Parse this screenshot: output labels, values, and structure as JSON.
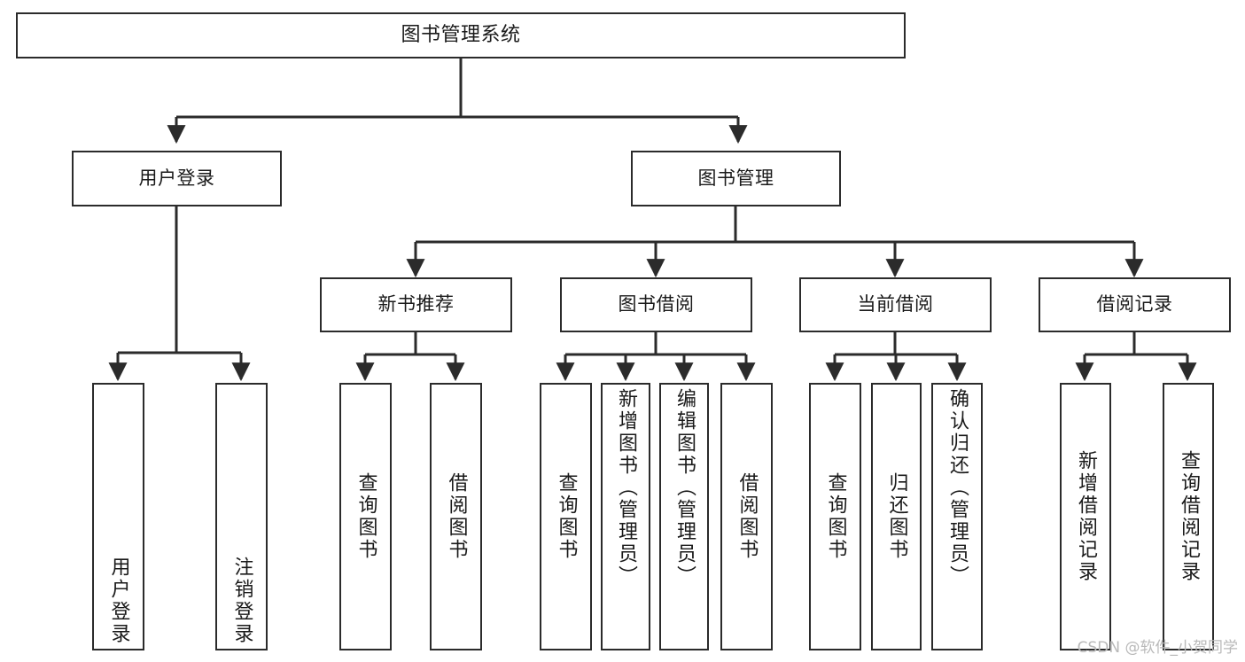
{
  "diagram": {
    "type": "tree",
    "title": "图书管理系统",
    "orientation": "top-down",
    "colors": {
      "stroke": "#2b2b2b",
      "fill": "#ffffff",
      "text": "#1a1a1a",
      "watermark": "#b9b9b9"
    },
    "nodes": {
      "root": {
        "label": "图书管理系统"
      },
      "level1": [
        {
          "label": "用户登录"
        },
        {
          "label": "图书管理"
        }
      ],
      "level2": [
        {
          "label": "新书推荐"
        },
        {
          "label": "图书借阅"
        },
        {
          "label": "当前借阅"
        },
        {
          "label": "借阅记录"
        }
      ],
      "leaves_user_login": [
        {
          "label": "用户登录"
        },
        {
          "label": "注销登录"
        }
      ],
      "leaves_new_book": [
        {
          "label": "查询图书"
        },
        {
          "label": "借阅图书"
        }
      ],
      "leaves_borrow": [
        {
          "label": "查询图书"
        },
        {
          "label": "新增图书（管理员）"
        },
        {
          "label": "编辑图书（管理员）"
        },
        {
          "label": "借阅图书"
        }
      ],
      "leaves_current": [
        {
          "label": "查询图书"
        },
        {
          "label": "归还图书"
        },
        {
          "label": "确认归还（管理员）"
        }
      ],
      "leaves_record": [
        {
          "label": "新增借阅记录"
        },
        {
          "label": "查询借阅记录"
        }
      ]
    },
    "watermark": "CSDN @软件_小贺同学"
  }
}
